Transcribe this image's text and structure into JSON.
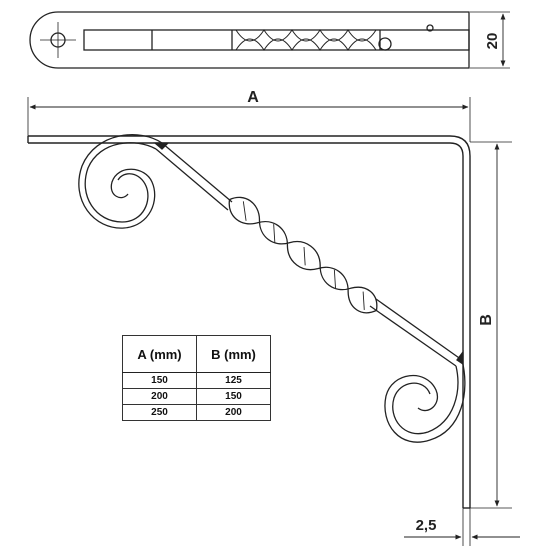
{
  "dimensions": {
    "length_label": "A",
    "height_label": "B",
    "width_label": "20",
    "thickness_label": "2,5"
  },
  "table": {
    "headers": [
      "A (mm)",
      "B (mm)"
    ],
    "rows": [
      [
        "150",
        "125"
      ],
      [
        "200",
        "150"
      ],
      [
        "250",
        "200"
      ]
    ]
  },
  "colors": {
    "line": "#222222",
    "background": "#ffffff"
  }
}
